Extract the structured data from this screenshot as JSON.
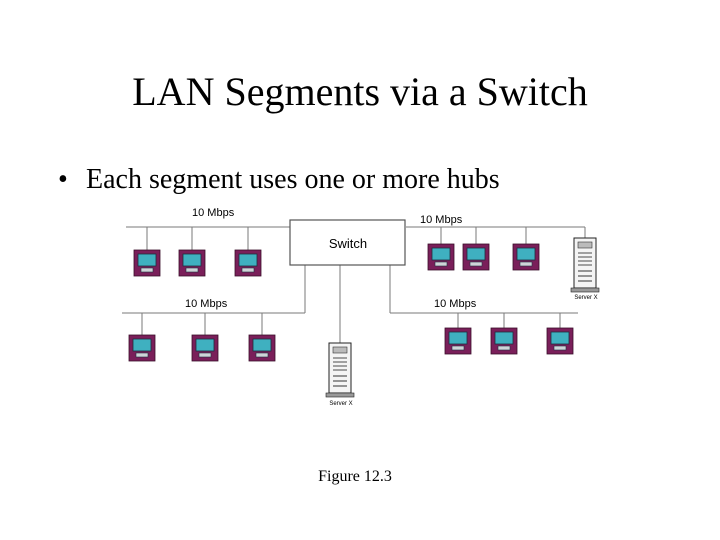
{
  "title": "LAN Segments via a Switch",
  "bullet": {
    "symbol": "•",
    "text": "Each segment uses one or more hubs"
  },
  "switch_label": "Switch",
  "segments": [
    {
      "id": "top-left",
      "speed_label": "10 Mbps"
    },
    {
      "id": "top-right",
      "speed_label": "10 Mbps"
    },
    {
      "id": "bottom-left",
      "speed_label": "10 Mbps"
    },
    {
      "id": "bottom-right",
      "speed_label": "10 Mbps"
    }
  ],
  "servers": [
    {
      "id": "right-server",
      "label": "Server X"
    },
    {
      "id": "center-server",
      "label": "Server X"
    }
  ],
  "caption": "Figure 12.3",
  "colors": {
    "pc_frame": "#7a1f5a",
    "pc_screen": "#3fb0c0",
    "line": "#7a7a7a"
  }
}
